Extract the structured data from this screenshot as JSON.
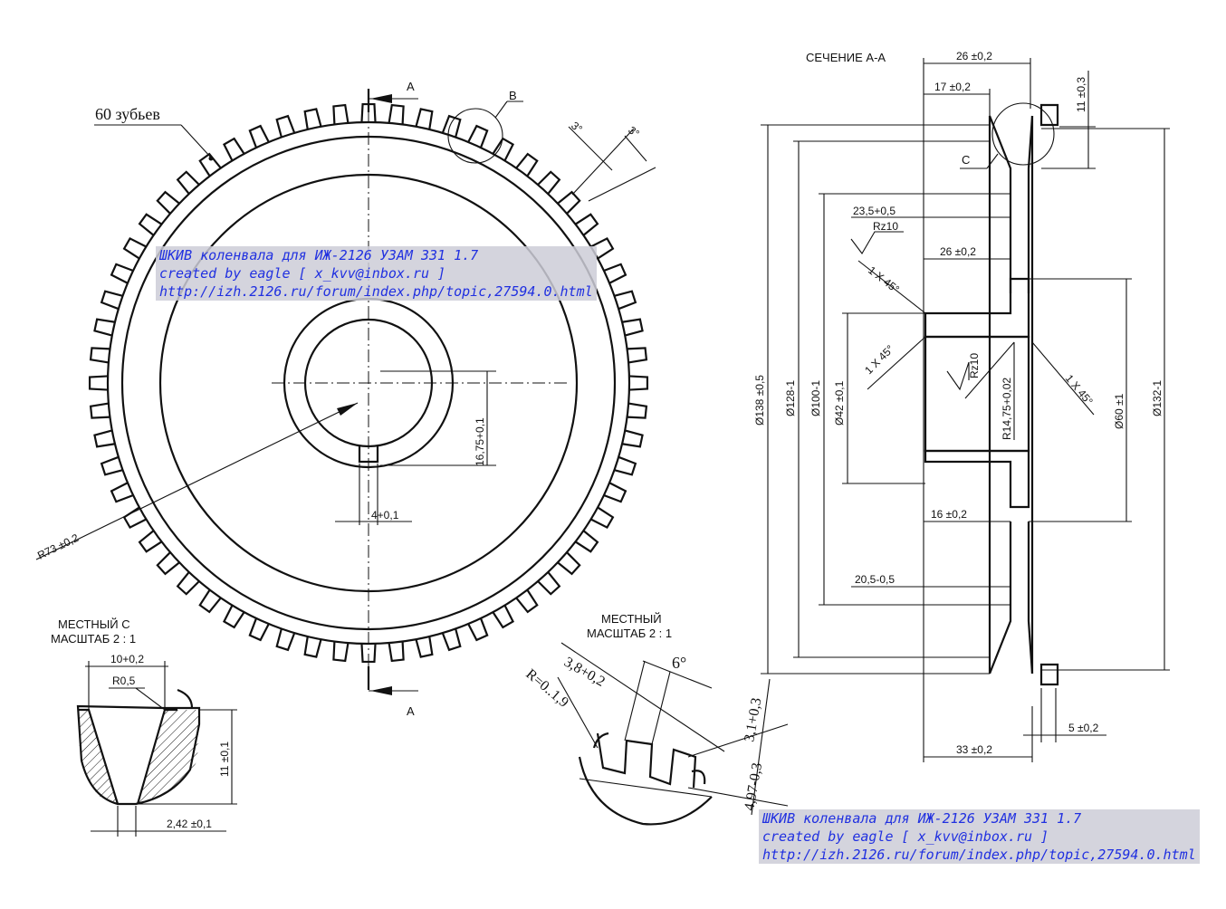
{
  "watermark": {
    "line1": "ШКИВ коленвала для ИЖ-2126 УЗАМ 331 1.7",
    "line2": "created by eagle [ x_kvv@inbox.ru ]",
    "line3": "http://izh.2126.ru/forum/index.php/topic,27594.0.html"
  },
  "front_view": {
    "teeth_count": 60,
    "teeth_label": "60 зубьев",
    "section_mark": "A",
    "detail_mark": "B",
    "radius": "R73 ±0,2",
    "keyway_depth": "16,75+0,1",
    "keyway_width": "4+0,1",
    "tooth_angle_1": "3°",
    "tooth_angle_2": "3°"
  },
  "section": {
    "title": "СЕЧЕНИЕ А-А",
    "detail_mark": "C",
    "dims": {
      "w26_top": "26 ±0,2",
      "w17": "17 ±0,2",
      "h11": "11 ±0,3",
      "w23_5": "23,5+0,5",
      "w26_mid": "26 ±0,2",
      "w16": "16 ±0,2",
      "w20_5": "20,5-0,5",
      "w5": "5 ±0,2",
      "w33": "33 ±0,2",
      "d138": "Ø138 ±0,5",
      "d128": "Ø128-1",
      "d100": "Ø100-1",
      "d42": "Ø42 ±0,1",
      "d60": "Ø60 ±1",
      "d132": "Ø132-1",
      "r14": "R14,75+0,02",
      "rz1": "Rz10",
      "rz2": "Rz10",
      "ch1": "1 X 45°",
      "ch2": "1 X 45°",
      "ch3": "1 X 45°"
    }
  },
  "detail_c": {
    "title1": "МЕСТНЫЙ С",
    "title2": "МАСШТАБ 2 : 1",
    "w10": "10+0,2",
    "r05": "R0,5",
    "h11": "11 ±0,1",
    "w242": "2,42 ±0,1"
  },
  "detail_b": {
    "title1": "МЕСТНЫЙ",
    "title2": "МАСШТАБ 2 : 1",
    "w38": "3,8+0,2",
    "angle": "6°",
    "radius": "R=0..1,9",
    "h31": "3,1+0,3",
    "h497": "4,97-0,3"
  }
}
